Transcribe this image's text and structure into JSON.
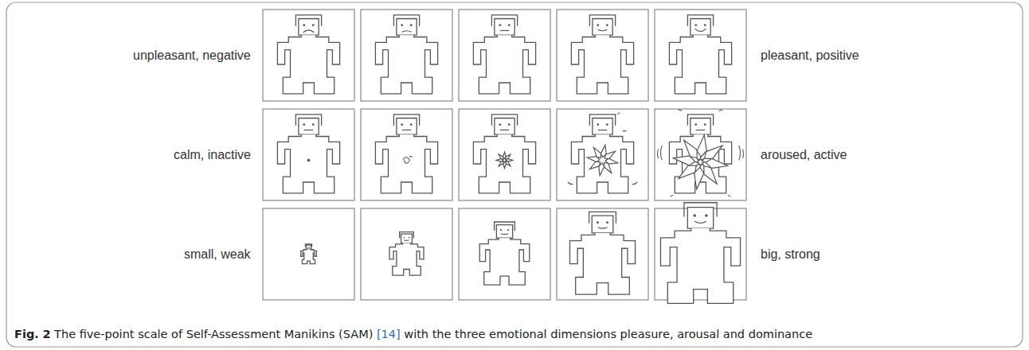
{
  "diagram": {
    "caption": "Fig. 2 The five-point scale of Self-Assessment Manikins (SAM) [14] with the three emotional dimensions pleasure, arousal and dominance",
    "labels": [
      "unpleasant, negative",
      "pleasant, positive",
      "calm, inactive",
      "aroused, active",
      "small, weak",
      "big, strong"
    ]
  }
}
